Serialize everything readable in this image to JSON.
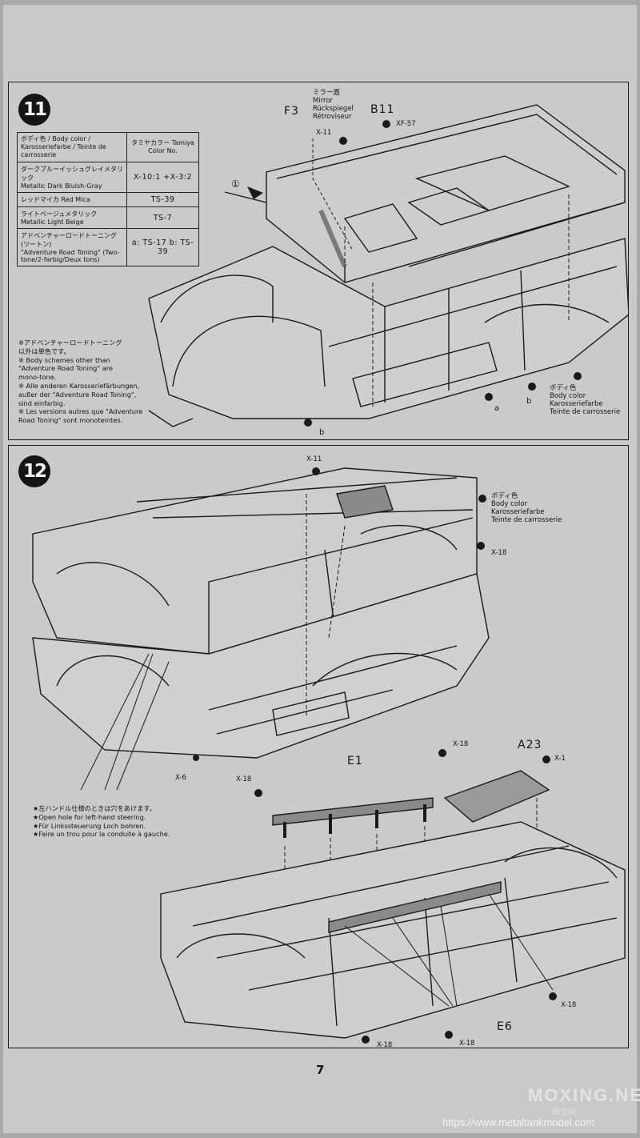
{
  "page_number": "7",
  "step11": {
    "number": "11",
    "color_table": {
      "header_color": "ボディ色 / Body color / Karosseriefarbe / Teinte de carrosserie",
      "header_tamiya": "タミヤカラー Tamiya Color No.",
      "rows": [
        {
          "name_jp": "ダークブルーイッシュグレイメタリック",
          "name": "Metallic Dark Bluish-Gray",
          "value": "X-10:1 +X-3:2"
        },
        {
          "name_jp": "レッドマイカ",
          "name": "Red Mica",
          "value": "TS-39"
        },
        {
          "name_jp": "ライトベージュメタリック",
          "name": "Metallic Light Beige",
          "value": "TS-7"
        },
        {
          "name_jp": "アドベンチャーロードトーニング (ツートン)",
          "name": "\"Adventure Road Toning\" (Two-tone/2-farbig/Deux tons)",
          "value": "a: TS-17 b: TS-39"
        }
      ]
    },
    "notes": [
      "※アドベンチャーロードトーニング",
      "  以外は単色です。",
      "※ Body schemes other than",
      "  \"Adventure Road Toning\" are",
      "  mono-tone.",
      "※ Alle anderen Karosseriefärbungen,",
      "  außer der \"Adventure Road Toning\",",
      "  sind einfarbig.",
      "※ Les versions autres que \"Adventure",
      "  Road Toning\" sont monoteintes."
    ],
    "labels": {
      "part_f3": "F3",
      "mirror_face": "ミラー面",
      "mirror": "Mirror",
      "mirror_de": "Rückspiegel",
      "mirror_fr": "Rétroviseur",
      "x11": "X-11",
      "part_b11": "B11",
      "xf57": "XF-57",
      "circle_1": "①",
      "a": "a",
      "b_right": "b",
      "b_bottom": "b",
      "body_color_jp": "ボディ色",
      "body_color": "Body color",
      "body_color_de": "Karosseriefarbe",
      "body_color_fr": "Teinte de carrosserie"
    }
  },
  "step12": {
    "number": "12",
    "labels": {
      "x11": "X-11",
      "body_color_jp": "ボディ色",
      "body_color": "Body color",
      "body_color_de": "Karosseriefarbe",
      "body_color_fr": "Teinte de carrosserie",
      "x18_right": "X-18",
      "x6": "X-6",
      "part_e1": "E1",
      "x18_e1_right": "X-18",
      "x18_e1_left": "X-18",
      "part_a23": "A23",
      "x1": "X-1",
      "part_e6": "E6",
      "x18_bottom_right": "X-18",
      "x18_bottom_left": "X-18",
      "x18_bottom_mid": "X-18"
    },
    "note_steering": [
      "★左ハンドル仕様のときは穴をあけます。",
      "★Open hole for left-hand steering.",
      "★Für Linkssteuerung Loch bohren.",
      "★Faire un trou pour la conduite à gauche."
    ]
  },
  "watermark": {
    "brand": "MOXING.NET",
    "brand_cn": "模型网",
    "url": "https://www.metaltankmodel.com"
  }
}
